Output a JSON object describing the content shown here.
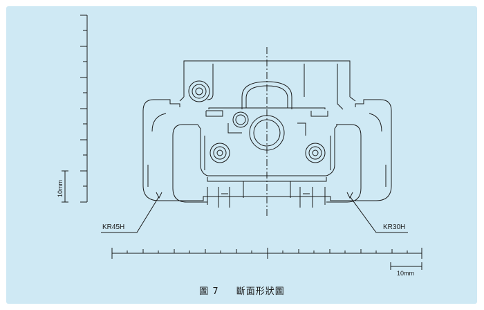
{
  "labels": {
    "left_part": "KR45H",
    "right_part": "KR30H",
    "vertical_scale": "10mm",
    "horizontal_scale": "10mm"
  },
  "caption": {
    "figure_number": "圖 7",
    "title": "斷面形狀圖"
  },
  "colors": {
    "background": "#cfe9f4",
    "line": "#1a1a1a"
  }
}
